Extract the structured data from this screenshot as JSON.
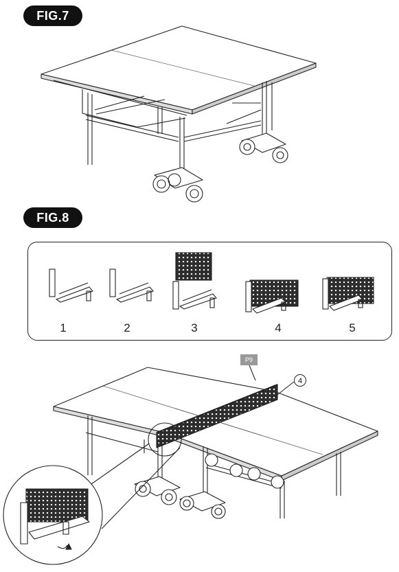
{
  "figures": {
    "fig7": {
      "label": "FIG.7"
    },
    "fig8": {
      "label": "FIG.8"
    }
  },
  "steps": [
    {
      "number": "1"
    },
    {
      "number": "2"
    },
    {
      "number": "3"
    },
    {
      "number": "4"
    },
    {
      "number": "5"
    }
  ],
  "callouts": {
    "page_ref": "P9",
    "part_number": "4"
  }
}
